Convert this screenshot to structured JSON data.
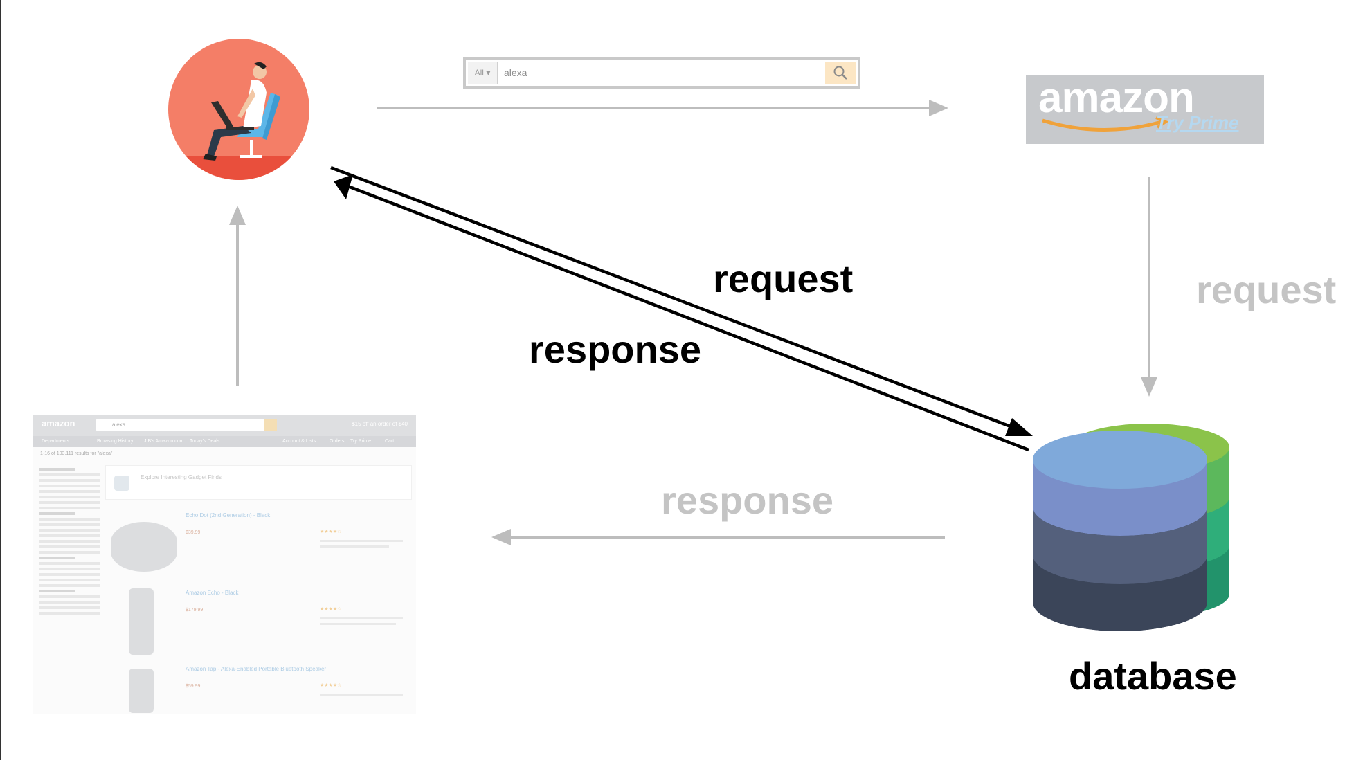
{
  "search": {
    "category": "All",
    "query": "alexa"
  },
  "amazon_logo": {
    "wordmark": "amazon",
    "tagline": "Try Prime"
  },
  "labels": {
    "request_dark": "request",
    "response_dark": "response",
    "request_grey": "request",
    "response_grey": "response",
    "database": "database"
  },
  "icons": {
    "user": "person-at-laptop-icon",
    "database": "database-icon",
    "search": "search-icon"
  },
  "colors": {
    "avatar_bg": "#F47E67",
    "dark_arrow": "#000000",
    "grey_arrow": "#BDBDBD",
    "db_blue": "#7FA9DA",
    "db_green": "#8BC34A"
  },
  "results_page": {
    "logo": "amazon",
    "query": "alexa",
    "promo": "$15 off an order of $40",
    "nav": [
      "Departments",
      "Browsing History",
      "J.B's Amazon.com",
      "Today's Deals",
      "Account & Lists",
      "Orders",
      "Try Prime",
      "Cart"
    ],
    "results_count": "1-16 of 103,111 results for \"alexa\"",
    "banner": "Explore Interesting Gadget Finds",
    "items": [
      {
        "title": "Echo Dot (2nd Generation) - Black",
        "price": "$39.99"
      },
      {
        "title": "Amazon Echo - Black",
        "price": "$179.99"
      },
      {
        "title": "Amazon Tap - Alexa-Enabled Portable Bluetooth Speaker",
        "price": "$59.99"
      }
    ]
  }
}
